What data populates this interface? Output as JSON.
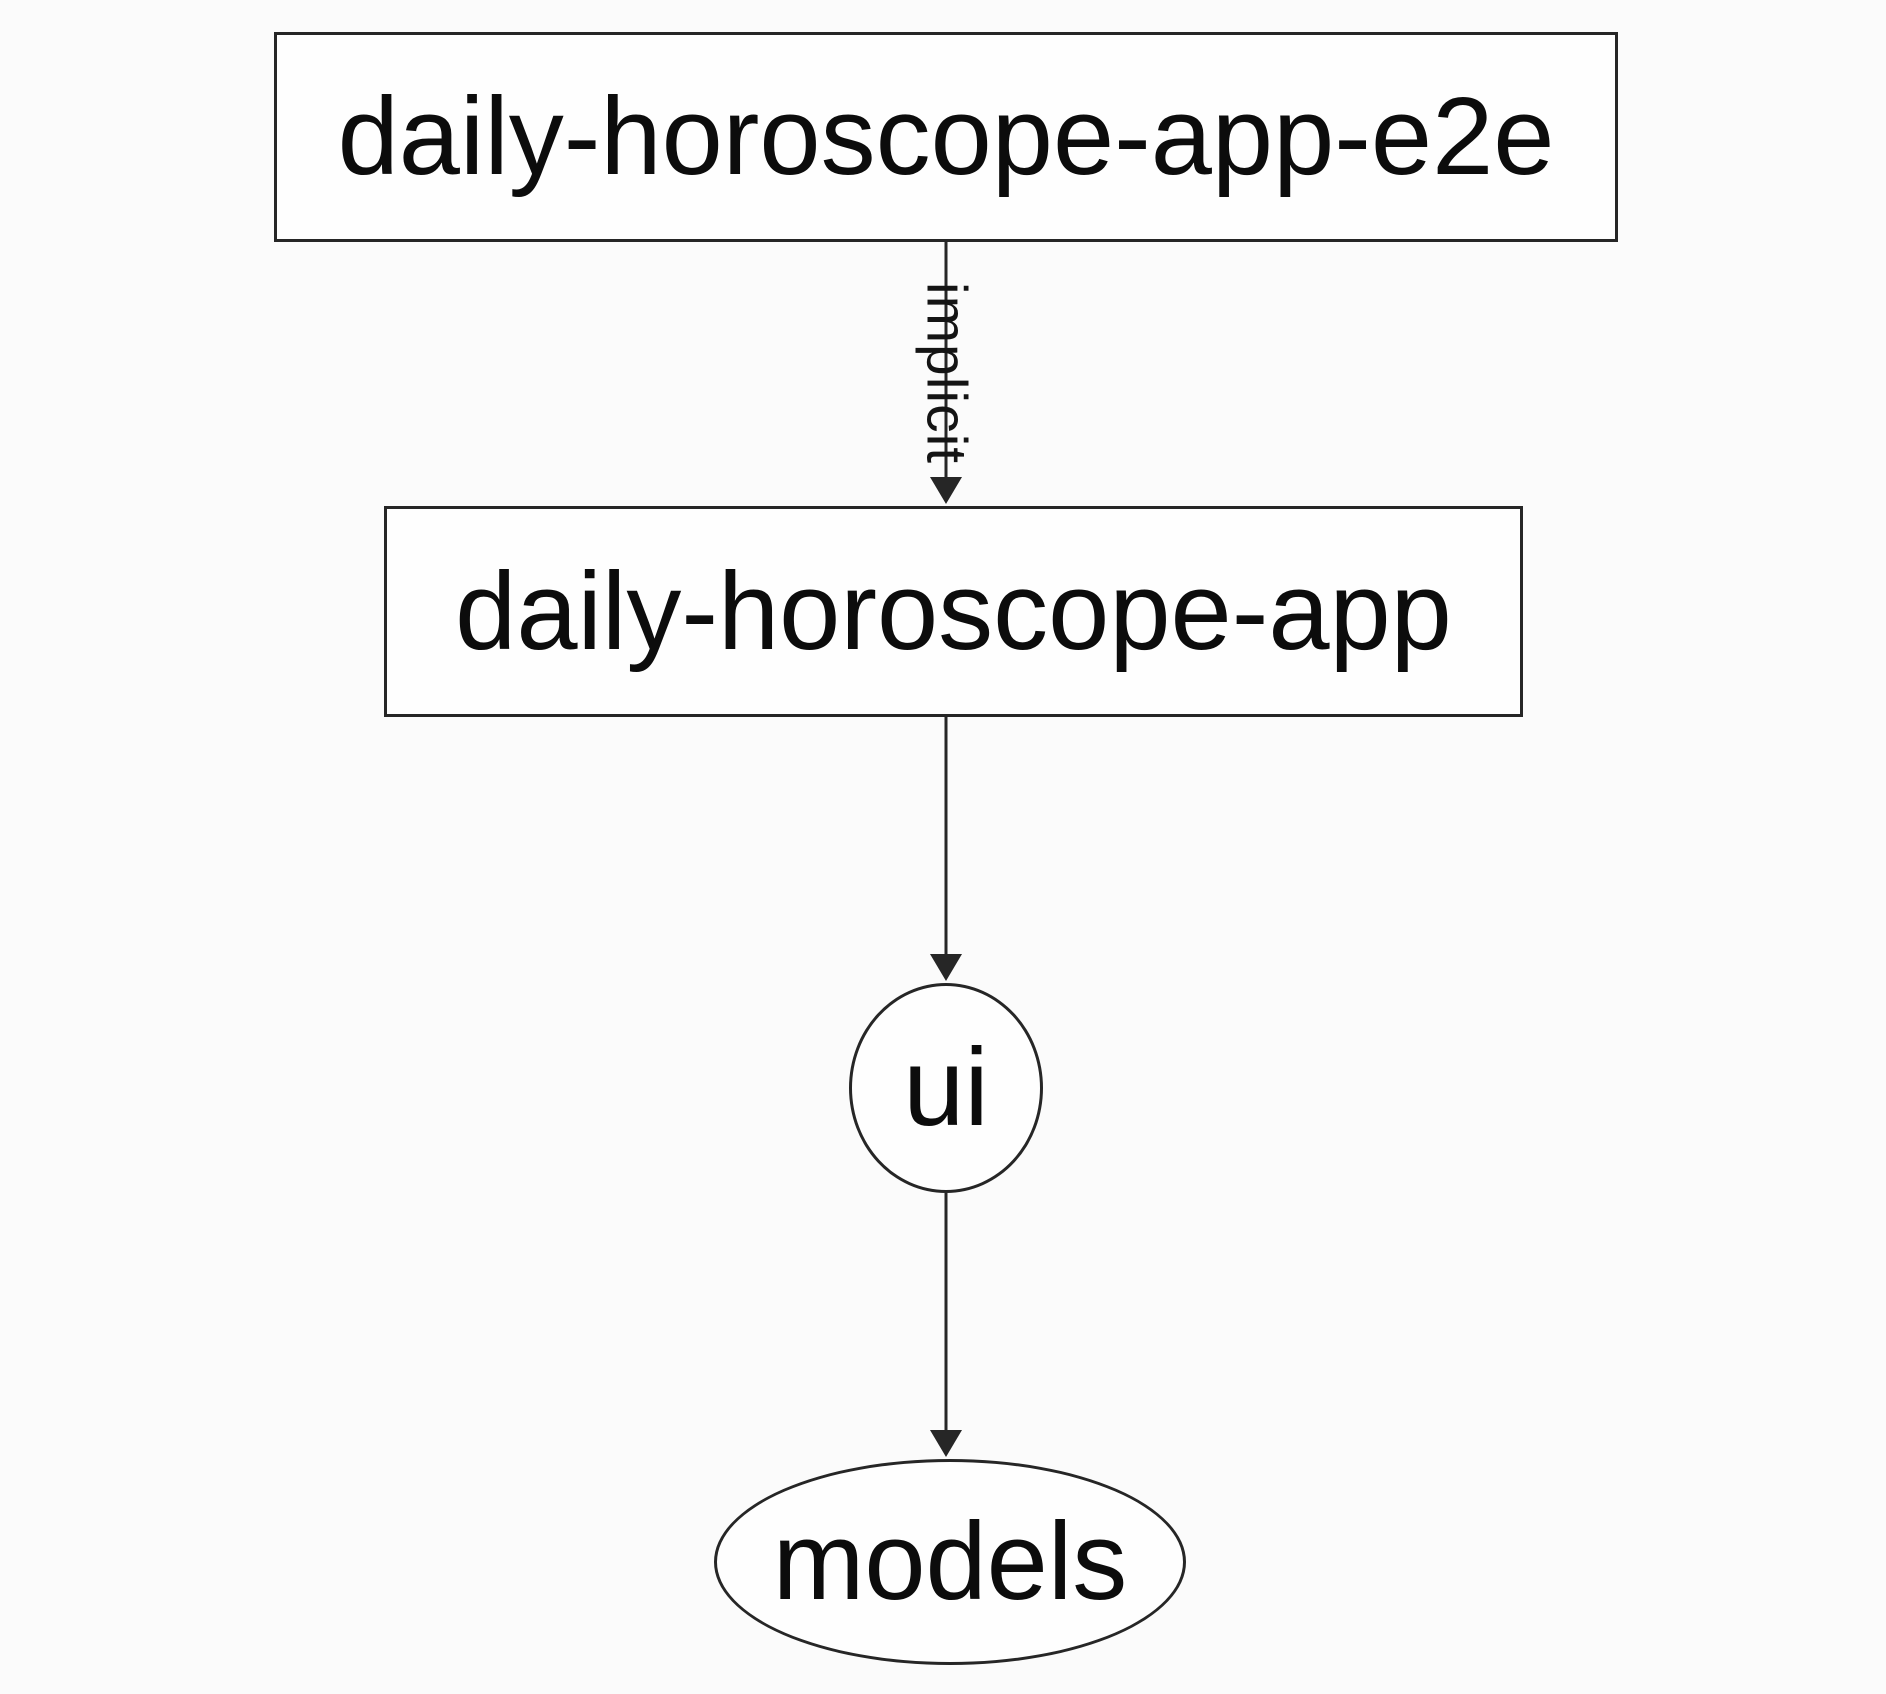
{
  "graph": {
    "type": "dependency-graph",
    "nodes": [
      {
        "id": "daily-horoscope-app-e2e",
        "label": "daily-horoscope-app-e2e",
        "shape": "rectangle"
      },
      {
        "id": "daily-horoscope-app",
        "label": "daily-horoscope-app",
        "shape": "rectangle"
      },
      {
        "id": "ui",
        "label": "ui",
        "shape": "ellipse"
      },
      {
        "id": "models",
        "label": "models",
        "shape": "ellipse"
      }
    ],
    "edges": [
      {
        "from": "daily-horoscope-app-e2e",
        "to": "daily-horoscope-app",
        "label": "implicit",
        "label_rotated": true
      },
      {
        "from": "daily-horoscope-app",
        "to": "ui",
        "label": ""
      },
      {
        "from": "ui",
        "to": "models",
        "label": ""
      }
    ],
    "colors": {
      "background": "#fbfbfb",
      "node_fill": "#fefefe",
      "stroke": "#262626",
      "text": "#0c0c0c"
    }
  }
}
